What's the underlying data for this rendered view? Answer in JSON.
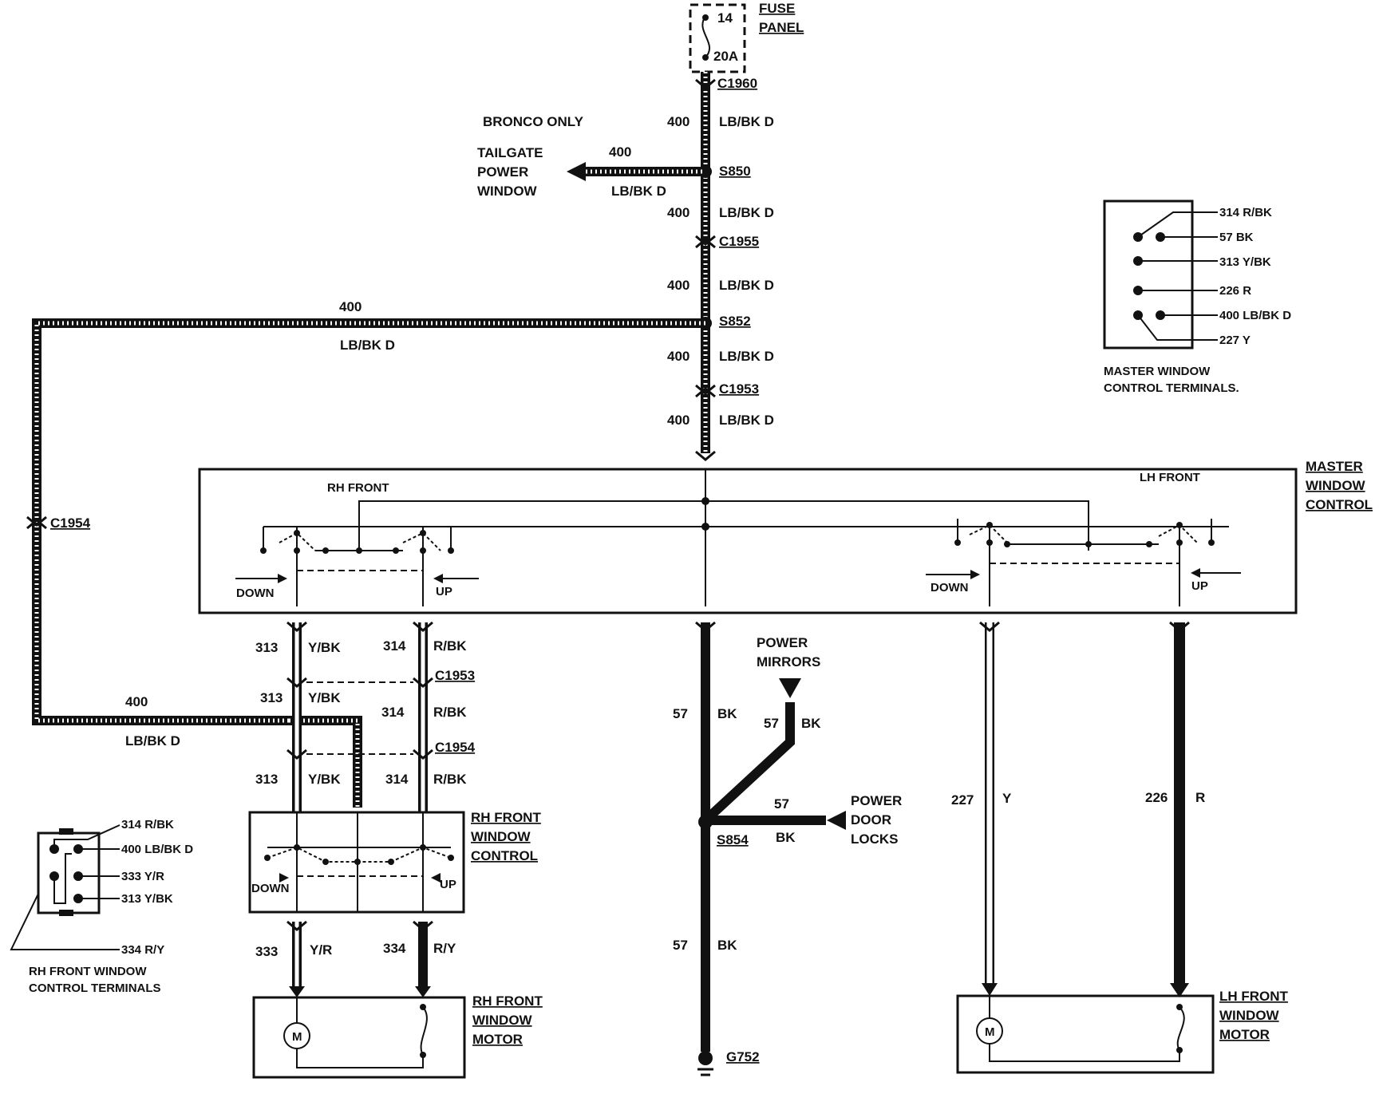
{
  "fuse": {
    "number": "14",
    "rating": "20A",
    "label_line1": "FUSE",
    "label_line2": "PANEL"
  },
  "connectors": {
    "c1960": "C1960",
    "s850": "S850",
    "c1955": "C1955",
    "s852": "S852",
    "c1953": "C1953",
    "c1954": "C1954",
    "s854": "S854",
    "g752": "G752"
  },
  "wires": {
    "w400": "400",
    "lbbkd": "LB/BK D",
    "w313": "313",
    "ybk": "Y/BK",
    "w314": "314",
    "rbk": "R/BK",
    "w333": "333",
    "yr": "Y/R",
    "w334": "334",
    "ry": "R/Y",
    "w57": "57",
    "bk": "BK",
    "w227": "227",
    "y": "Y",
    "w226": "226",
    "r": "R"
  },
  "labels": {
    "bronco_only": "BRONCO ONLY",
    "tailgate": [
      "TAILGATE",
      "POWER",
      "WINDOW"
    ],
    "master": [
      "MASTER",
      "WINDOW",
      "CONTROL"
    ],
    "rh_front": "RH FRONT",
    "lh_front": "LH FRONT",
    "down": "DOWN",
    "up": "UP",
    "power_mirrors": [
      "POWER",
      "MIRRORS"
    ],
    "power_door_locks": [
      "POWER",
      "DOOR",
      "LOCKS"
    ],
    "rh_control": [
      "RH FRONT",
      "WINDOW",
      "CONTROL"
    ],
    "rh_motor": [
      "RH FRONT",
      "WINDOW",
      "MOTOR"
    ],
    "lh_motor": [
      "LH FRONT",
      "WINDOW",
      "MOTOR"
    ],
    "motor_symbol": "M"
  },
  "master_terminals": {
    "pins": [
      "314 R/BK",
      "57 BK",
      "313 Y/BK",
      "226 R",
      "400 LB/BK D",
      "227 Y"
    ],
    "caption": [
      "MASTER WINDOW",
      "CONTROL TERMINALS."
    ]
  },
  "rh_terminals": {
    "pins": [
      "314 R/BK",
      "400 LB/BK D",
      "333 Y/R",
      "313 Y/BK",
      "334 R/Y"
    ],
    "caption": [
      "RH FRONT WINDOW",
      "CONTROL TERMINALS"
    ]
  }
}
